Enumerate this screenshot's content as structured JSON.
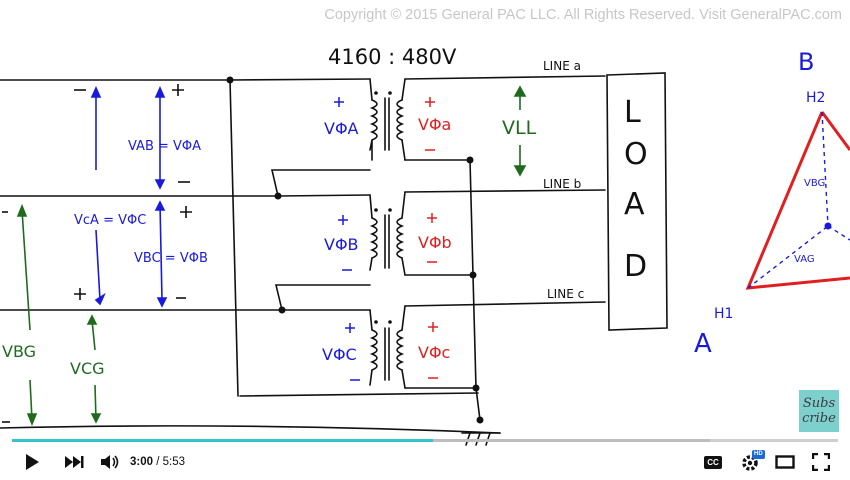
{
  "video": {
    "copyright": "Copyright © 2015 General PAC LLC. All Rights Reserved. Visit GeneralPAC.com",
    "subscribe_line1": "Subs",
    "subscribe_line2": "cribe"
  },
  "whiteboard": {
    "ratio": "4160 : 480V",
    "line_a": "LINE a",
    "line_b": "LINE b",
    "line_c": "LINE c",
    "load_letters": [
      "L",
      "O",
      "A",
      "D"
    ],
    "vll": "VLL",
    "vab": "VAB = VΦA",
    "vca": "VcA = VΦC",
    "vbc": "VBC = VΦB",
    "vbg": "VBG",
    "vcg": "VCG",
    "vpA": "VΦA",
    "vpB": "VΦB",
    "vpC": "VΦC",
    "vpa": "VΦa",
    "vpb": "VΦb",
    "vpc": "VΦc",
    "label_B": "B",
    "label_H2": "H2",
    "label_A": "A",
    "label_H1": "H1",
    "vbg_small": "VBG",
    "vag_small": "VAG"
  },
  "player": {
    "current_time": "3:00",
    "separator": " / ",
    "duration": "5:53",
    "progress": 0.51,
    "loaded": 0.845,
    "hd_badge": "HD",
    "cc_label": "CC"
  },
  "colors": {
    "blue": "#1a1adb",
    "red": "#e02020",
    "green": "#1e6b1e",
    "progress": "#33c3cc"
  }
}
